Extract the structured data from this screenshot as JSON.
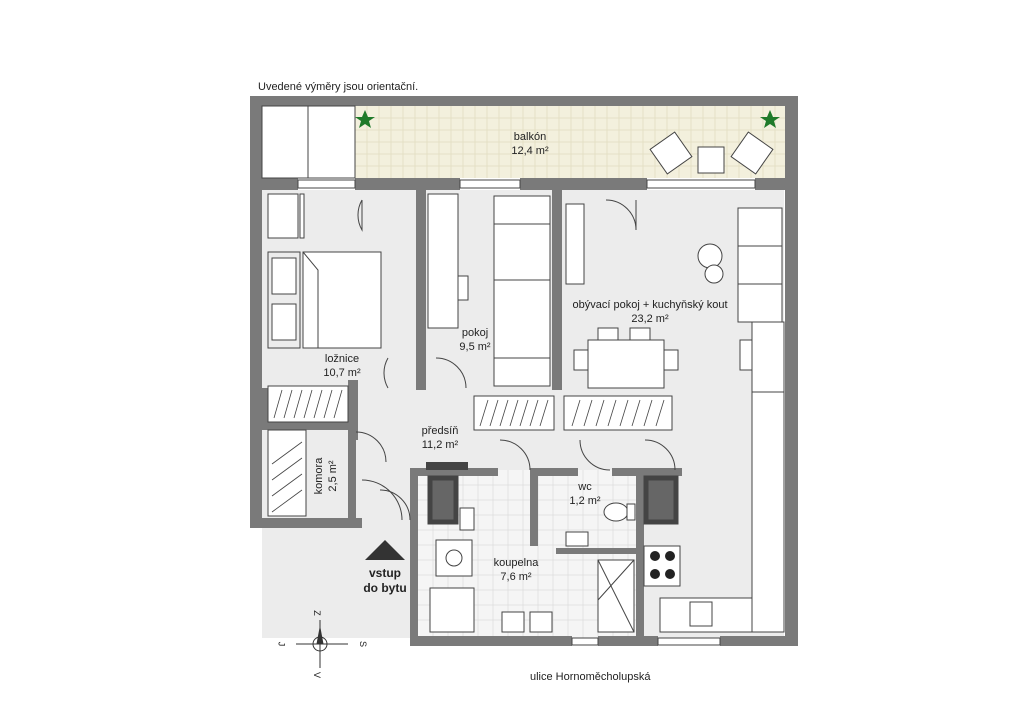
{
  "note": "Uvedené výměry jsou orientační.",
  "rooms": [
    {
      "id": "balkon",
      "name": "balkón",
      "area": "12,4 m²"
    },
    {
      "id": "obyvaci",
      "name": "obývací pokoj + kuchyňský kout",
      "area": "23,2 m²"
    },
    {
      "id": "loznice",
      "name": "ložnice",
      "area": "10,7 m²"
    },
    {
      "id": "pokoj",
      "name": "pokoj",
      "area": "9,5 m²"
    },
    {
      "id": "predsin",
      "name": "předsíň",
      "area": "11,2 m²"
    },
    {
      "id": "komora",
      "name": "komora",
      "area": "2,5 m²"
    },
    {
      "id": "wc",
      "name": "wc",
      "area": "1,2 m²"
    },
    {
      "id": "koupelna",
      "name": "koupelna",
      "area": "7,6 m²"
    }
  ],
  "entrance": {
    "line1": "vstup",
    "line2": "do bytu"
  },
  "street": "ulice Hornoměcholupská",
  "compass": {
    "n": "Z",
    "s": "S",
    "e": "V",
    "w": "J"
  },
  "colors": {
    "wall": "#7a7a7a",
    "balcony": "#f3f0dd",
    "floor": "#ececec",
    "plant": "#1f7a2a"
  }
}
